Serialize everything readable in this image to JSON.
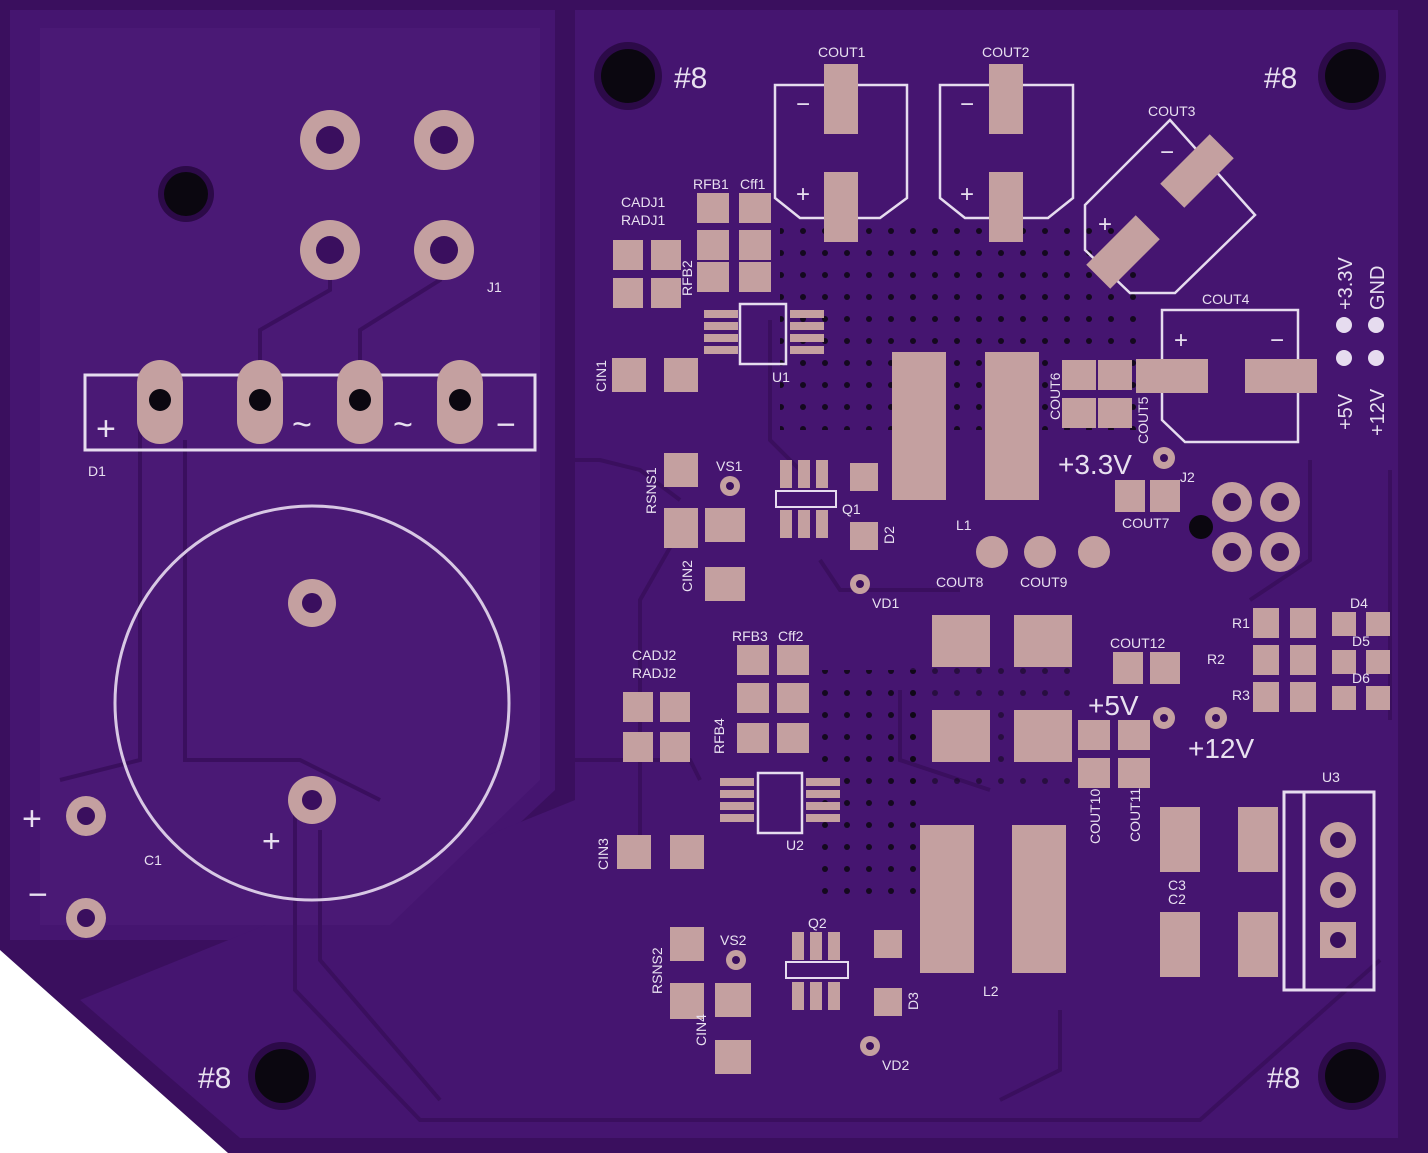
{
  "colors": {
    "board": "#3a0f5e",
    "copper": "#4a1772",
    "trace": "#53227c",
    "pad": "#c4a0a0",
    "silk": "#e6dcef",
    "hole": "#0b0710"
  },
  "mount_label": "#8",
  "rail_labels": {
    "v33": "+3.3V",
    "v5": "+5V",
    "v12": "+12V"
  },
  "header_pins": {
    "p1": "+3.3V",
    "p2": "GND",
    "p3": "+5V",
    "p4": "+12V"
  },
  "rectifier_marks": {
    "plus": "+",
    "ac1": "~",
    "ac2": "~",
    "minus": "−"
  },
  "cap_marks": {
    "plus": "+",
    "minus": "−",
    "c1_plus": "+"
  },
  "refs": {
    "J1": "J1",
    "D1": "D1",
    "C1": "C1",
    "COUT1": "COUT1",
    "COUT2": "COUT2",
    "COUT3": "COUT3",
    "COUT4": "COUT4",
    "COUT5": "COUT5",
    "COUT6": "COUT6",
    "COUT7": "COUT7",
    "COUT8": "COUT8",
    "COUT9": "COUT9",
    "COUT10": "COUT10",
    "COUT11": "COUT11",
    "COUT12": "COUT12",
    "CADJ1": "CADJ1",
    "RADJ1": "RADJ1",
    "RFB1": "RFB1",
    "CFF1": "Cff1",
    "RFB2": "RFB2",
    "CIN1": "CIN1",
    "U1": "U1",
    "RSNS1": "RSNS1",
    "VS1": "VS1",
    "CIN2": "CIN2",
    "Q1": "Q1",
    "D2": "D2",
    "VD1": "VD1",
    "L1": "L1",
    "J2": "J2",
    "CADJ2": "CADJ2",
    "RADJ2": "RADJ2",
    "RFB3": "RFB3",
    "CFF2": "Cff2",
    "RFB4": "RFB4",
    "CIN3": "CIN3",
    "U2": "U2",
    "RSNS2": "RSNS2",
    "VS2": "VS2",
    "CIN4": "CIN4",
    "Q2": "Q2",
    "D3": "D3",
    "VD2": "VD2",
    "L2": "L2",
    "R1": "R1",
    "R2": "R2",
    "R3": "R3",
    "D4": "D4",
    "D5": "D5",
    "D6": "D6",
    "C2": "C2",
    "C3": "C3",
    "U3": "U3"
  }
}
